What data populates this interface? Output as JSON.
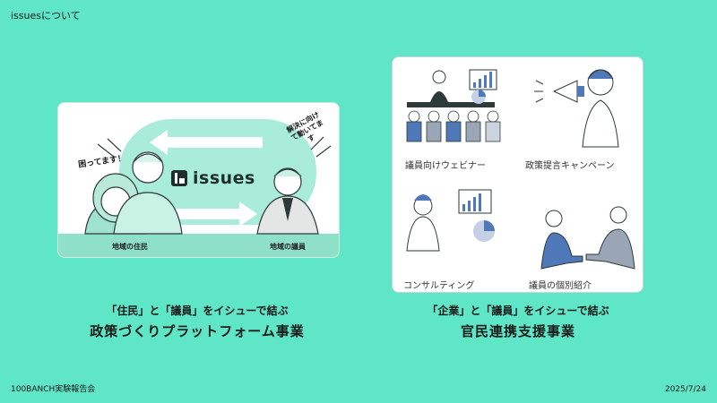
{
  "header": {
    "title": "issuesについて"
  },
  "left_card": {
    "logo_text": "issues",
    "bubble_left": "困ってます！",
    "bubble_right": "解決に向けて動いてます",
    "label_residents": "地域の住民",
    "label_members": "地域の議員"
  },
  "right_card": {
    "webinar": "議員向けウェビナー",
    "campaign": "政策提言キャンペーン",
    "consulting": "コンサルティング",
    "introduction": "議員の個別紹介"
  },
  "captions": {
    "left_sub": "「住民」と「議員」をイシューで結ぶ",
    "left_main": "政策づくりプラットフォーム事業",
    "right_sub": "「企業」と「議員」をイシューで結ぶ",
    "right_main": "官民連携支援事業"
  },
  "footer": {
    "left": "100BANCH実験報告会",
    "right": "2025/7/24"
  },
  "colors": {
    "background": "#5fe6c7",
    "accent_teal": "#8ee0c9",
    "illustration_blue": "#4e78b8"
  }
}
